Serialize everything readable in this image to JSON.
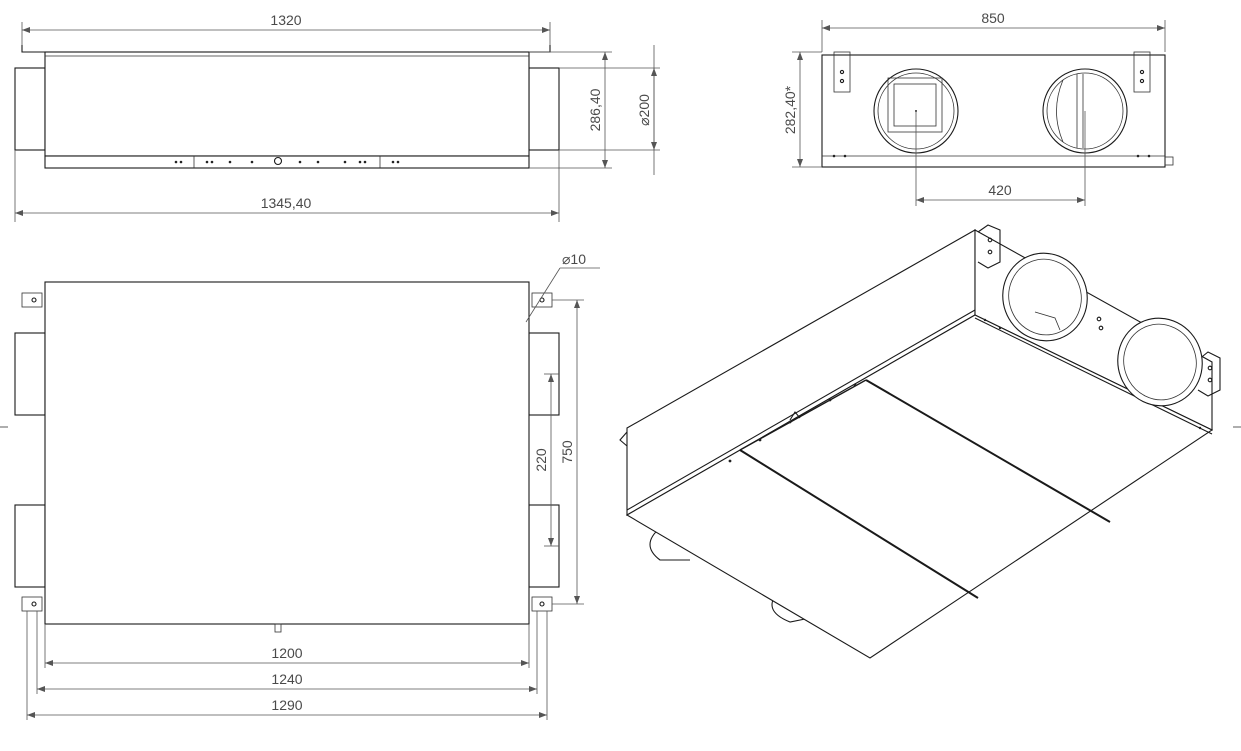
{
  "drawing": {
    "views": {
      "front": {
        "width_top": "1320",
        "width_bottom": "1345,40",
        "height": "286,40",
        "duct_diameter": "⌀200"
      },
      "side": {
        "width": "850",
        "height": "282,40*",
        "spigot_spacing": "420"
      },
      "plan": {
        "hole_diameter": "⌀10",
        "length_body": "1200",
        "length_brackets": "1240",
        "length_overall": "1290",
        "depth_brackets": "750",
        "spigot_spacing": "220"
      }
    },
    "colors": {
      "line": "#1a1a1a",
      "dimension": "#555555",
      "text": "#4a4a4a"
    }
  }
}
